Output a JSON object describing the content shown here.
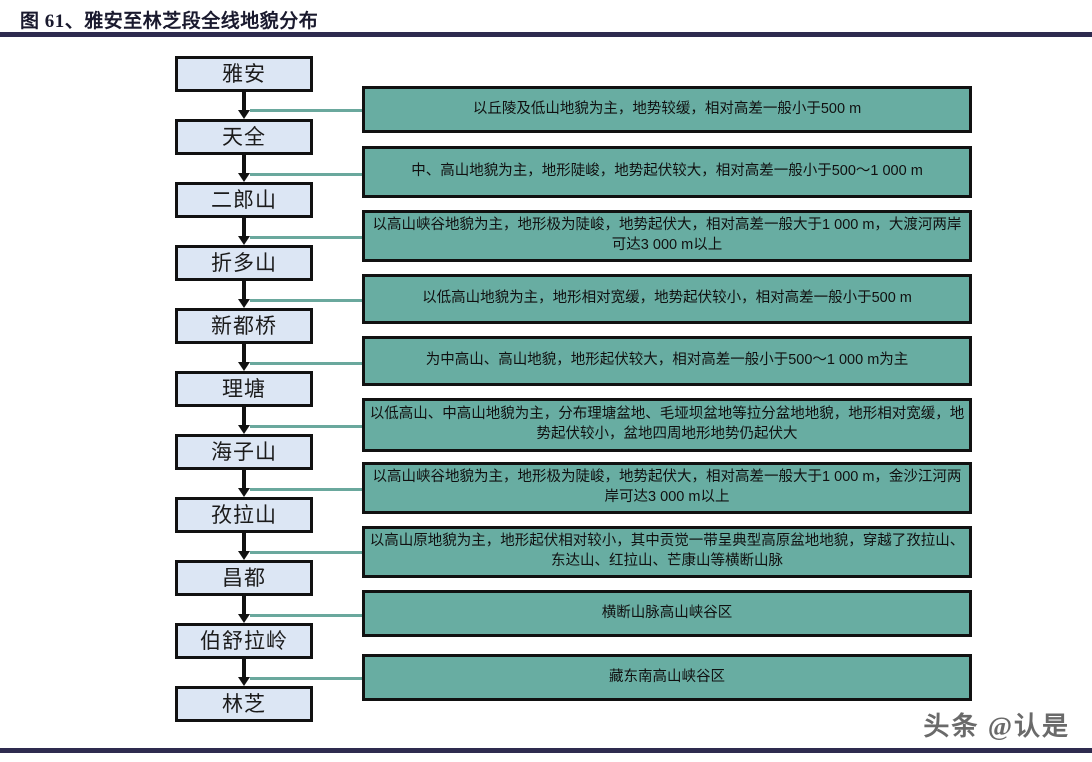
{
  "figure": {
    "title": "图 61、雅安至林芝段全线地貌分布"
  },
  "watermark": {
    "text": "头条 @认是"
  },
  "colors": {
    "node_fill": "#dce6f4",
    "node_border": "#111111",
    "desc_fill": "#68ada2",
    "desc_border": "#111111",
    "leader_line": "#6aa89d",
    "rule": "#2e2b4f"
  },
  "flow": {
    "nodes": [
      {
        "label": "雅安"
      },
      {
        "label": "天全"
      },
      {
        "label": "二郎山"
      },
      {
        "label": "折多山"
      },
      {
        "label": "新都桥"
      },
      {
        "label": "理塘"
      },
      {
        "label": "海子山"
      },
      {
        "label": "孜拉山"
      },
      {
        "label": "昌都"
      },
      {
        "label": "伯舒拉岭"
      },
      {
        "label": "林芝"
      }
    ],
    "segments": [
      {
        "text": "以丘陵及低山地貌为主，地势较缓，相对高差一般小于500 m"
      },
      {
        "text": "中、高山地貌为主，地形陡峻，地势起伏较大，相对高差一般小于500～1 000 m"
      },
      {
        "text": "以高山峡谷地貌为主，地形极为陡峻，地势起伏大，相对高差一般大于1 000 m，大渡河两岸可达3 000 m以上"
      },
      {
        "text": "以低高山地貌为主，地形相对宽缓，地势起伏较小，相对高差一般小于500 m"
      },
      {
        "text": "为中高山、高山地貌，地形起伏较大，相对高差一般小于500～1 000 m为主"
      },
      {
        "text": "以低高山、中高山地貌为主，分布理塘盆地、毛垭坝盆地等拉分盆地地貌，地形相对宽缓，地势起伏较小，盆地四周地形地势仍起伏大"
      },
      {
        "text": "以高山峡谷地貌为主，地形极为陡峻，地势起伏大，相对高差一般大于1 000 m，金沙江河两岸可达3 000 m以上"
      },
      {
        "text": "以高山原地貌为主，地形起伏相对较小，其中贡觉一带呈典型高原盆地地貌，穿越了孜拉山、东达山、红拉山、芒康山等横断山脉"
      },
      {
        "text": "横断山脉高山峡谷区"
      },
      {
        "text": "藏东南高山峡谷区"
      }
    ]
  }
}
